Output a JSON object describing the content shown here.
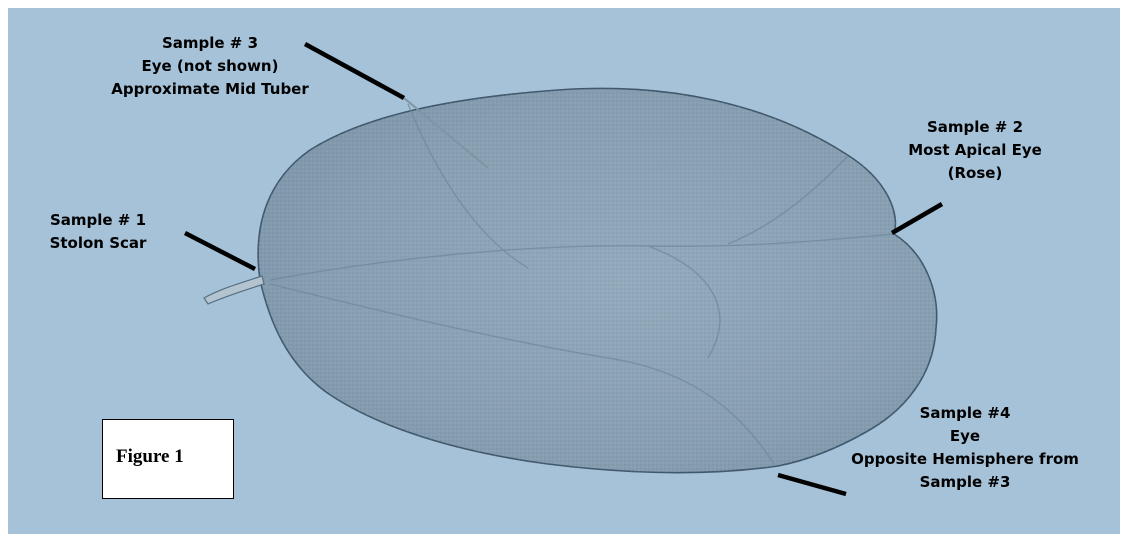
{
  "colors": {
    "background": "#a6c2d8",
    "tuber_fill": "#8aa3b6",
    "tuber_outline": "#40586b",
    "leader_line": "#000000"
  },
  "labels": {
    "sample1": [
      "Sample # 1",
      "Stolon Scar"
    ],
    "sample2": [
      "Sample # 2",
      "Most Apical Eye",
      "(Rose)"
    ],
    "sample3": [
      "Sample # 3",
      "Eye (not shown)",
      "Approximate Mid Tuber"
    ],
    "sample4": [
      "Sample #4",
      "Eye",
      "Opposite Hemisphere from",
      "Sample #3"
    ]
  },
  "figure_box": {
    "text": "Figure 1"
  }
}
